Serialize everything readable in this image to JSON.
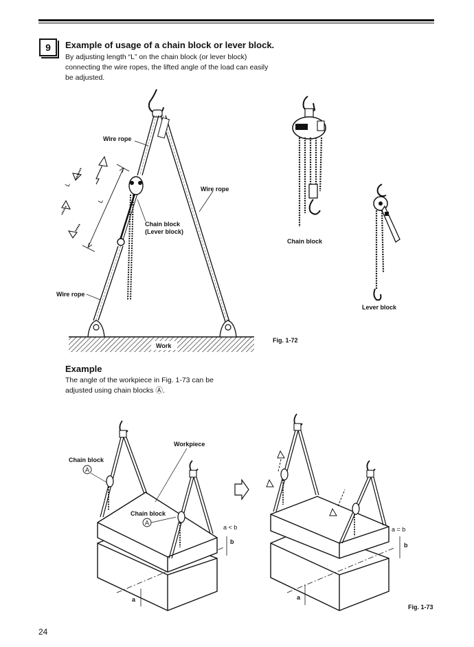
{
  "section": {
    "number": "9",
    "title": "Example of usage of a chain block or lever block.",
    "intro": "By adjusting length “L” on the chain block (or lever block) connecting the wire ropes, the lifted angle of the load can easily be adjusted."
  },
  "fig72": {
    "caption": "Fig. 1-72",
    "wire_rope_upper": "Wire rope",
    "wire_rope_right": "Wire rope",
    "wire_rope_lower": "Wire rope",
    "chain_block_line1": "Chain block",
    "chain_block_line2": "(Lever block)",
    "work_label": "Work",
    "length_label": "L",
    "chain_block_label": "Chain block",
    "lever_block_label": "Lever block"
  },
  "example": {
    "title": "Example",
    "text": "The angle of the workpiece in Fig. 1-73 can be adjusted using chain blocks Ⓐ."
  },
  "fig73": {
    "caption": "Fig. 1-73",
    "chain_block_a_top": "Chain block",
    "chain_block_a_mid": "Chain block",
    "marker": "A",
    "workpiece": "Workpiece",
    "cond_left": "a < b",
    "cond_right": "a = b",
    "a_label": "a",
    "b_label": "b"
  },
  "page_number": "24"
}
